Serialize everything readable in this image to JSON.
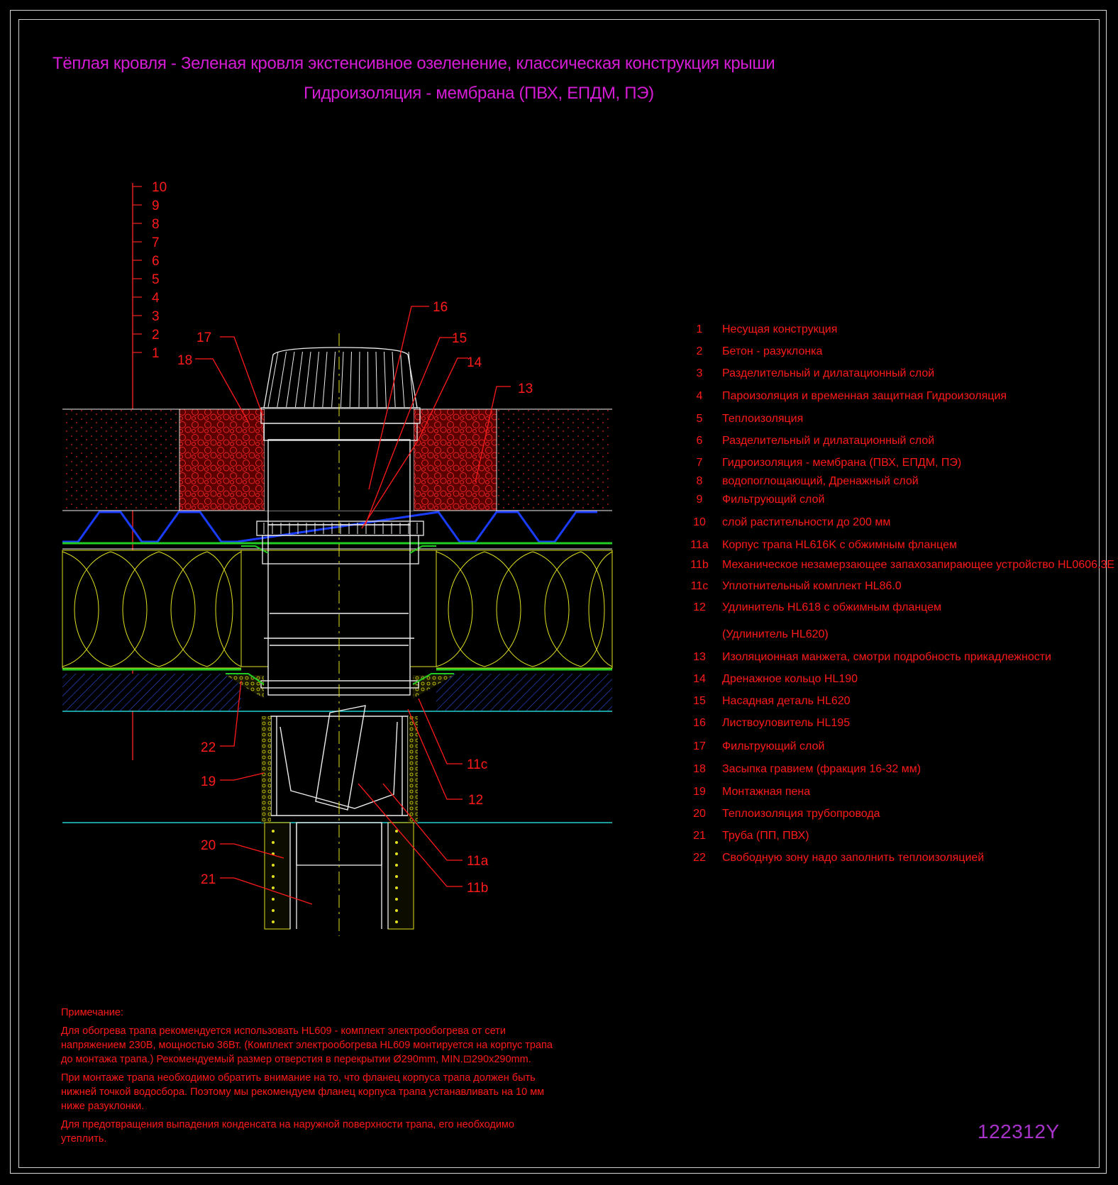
{
  "titles": {
    "line1": "Тёплая кровля - Зеленая кровля экстенсивное озеленение, классическая конструкция крыши",
    "line2": "Гидроизоляция - мембрана (ПВХ, ЕПДМ, ПЭ)"
  },
  "layer_scale": [
    "10",
    "9",
    "8",
    "7",
    "6",
    "5",
    "4",
    "3",
    "2",
    "1"
  ],
  "callouts": {
    "c16": "16",
    "c15": "15",
    "c14": "14",
    "c13": "13",
    "c17": "17",
    "c18": "18",
    "c22": "22",
    "c19": "19",
    "c20": "20",
    "c21": "21",
    "c11c": "11c",
    "c12": "12",
    "c11a": "11a",
    "c11b": "11b"
  },
  "legend": [
    {
      "num": "1",
      "text": "Несущая конструкция"
    },
    {
      "num": "2",
      "text": "Бетон - разуклонка"
    },
    {
      "num": "3",
      "text": "Разделительный и дилатационный слой"
    },
    {
      "num": "4",
      "text": "Пароизоляция и временная защитная Гидроизоляция"
    },
    {
      "num": "5",
      "text": "Теплоизоляция"
    },
    {
      "num": "6",
      "text": "Разделительный и дилатационный слой"
    },
    {
      "num": "7",
      "text": "Гидроизоляция - мембрана (ПВХ, ЕПДМ, ПЭ)"
    },
    {
      "num": "8",
      "text": "водопоглощающий, Дренажный слой"
    },
    {
      "num": "9",
      "text": "Фильтрующий слой"
    },
    {
      "num": "10",
      "text": "слой растительности до 200 мм"
    },
    {
      "num": "11a",
      "text": "Корпус трапа HL616K с обжимным фланцем"
    },
    {
      "num": "11b",
      "text": "Механическое незамерзающее запахозапирающее устройство HL0606.3E"
    },
    {
      "num": "11c",
      "text": "Уплотнительный комплект HL86.0"
    },
    {
      "num": "12",
      "text": "Удлинитель HL618 с обжимным фланцем"
    },
    {
      "num": "",
      "text": "(Удлинитель HL620)"
    },
    {
      "num": "13",
      "text": "Изоляционная  манжета, смотри подробность прикадлежности"
    },
    {
      "num": "14",
      "text": "Дренажное кольцо HL190"
    },
    {
      "num": "15",
      "text": "Насадная деталь HL620"
    },
    {
      "num": "16",
      "text": "Листвоуловитель HL195"
    },
    {
      "num": "17",
      "text": "Фильтрующий слой"
    },
    {
      "num": "18",
      "text": "Засыпка гравием (фракция 16-32 мм)"
    },
    {
      "num": "19",
      "text": "Монтажная пена"
    },
    {
      "num": "20",
      "text": "Теплоизоляция трубопровода"
    },
    {
      "num": "21",
      "text": "Труба (ПП, ПВХ)"
    },
    {
      "num": "22",
      "text": "Свободную зону надо заполнить теплоизоляцией"
    }
  ],
  "notes": {
    "heading": "Примечание:",
    "p1": "Для обогрева трапа рекомендуется использовать HL609 - комплект электрообогрева от сети напряжением 230В, мощностью 36Вт. (Комплект электрообогрева HL609 монтируется на корпус трапа до монтажа трапа.) Рекомендуемый размер отверстия в перекрытии Ø290mm, MIN.⊡290x290mm.",
    "p2": "При монтаже трапа необходимо обратить внимание на то, что фланец корпуса трапа должен быть нижней точкой водосбора. Поэтому мы рекомендуем фланец корпуса трапа устанавливать на 10 мм ниже разуклонки.",
    "p3": "Для предотвращения выпадения конденсата на наружной поверхности трапа, его необходимо утеплить."
  },
  "drawing_number": "122312Y",
  "colors": {
    "title": "#d51cd5",
    "text": "#ff1a1a",
    "drawing_number": "#a733c9",
    "insulation": "#e0e020",
    "membrane": "#1a3cff",
    "green": "#22cc22",
    "cyan": "#20d0d0"
  }
}
